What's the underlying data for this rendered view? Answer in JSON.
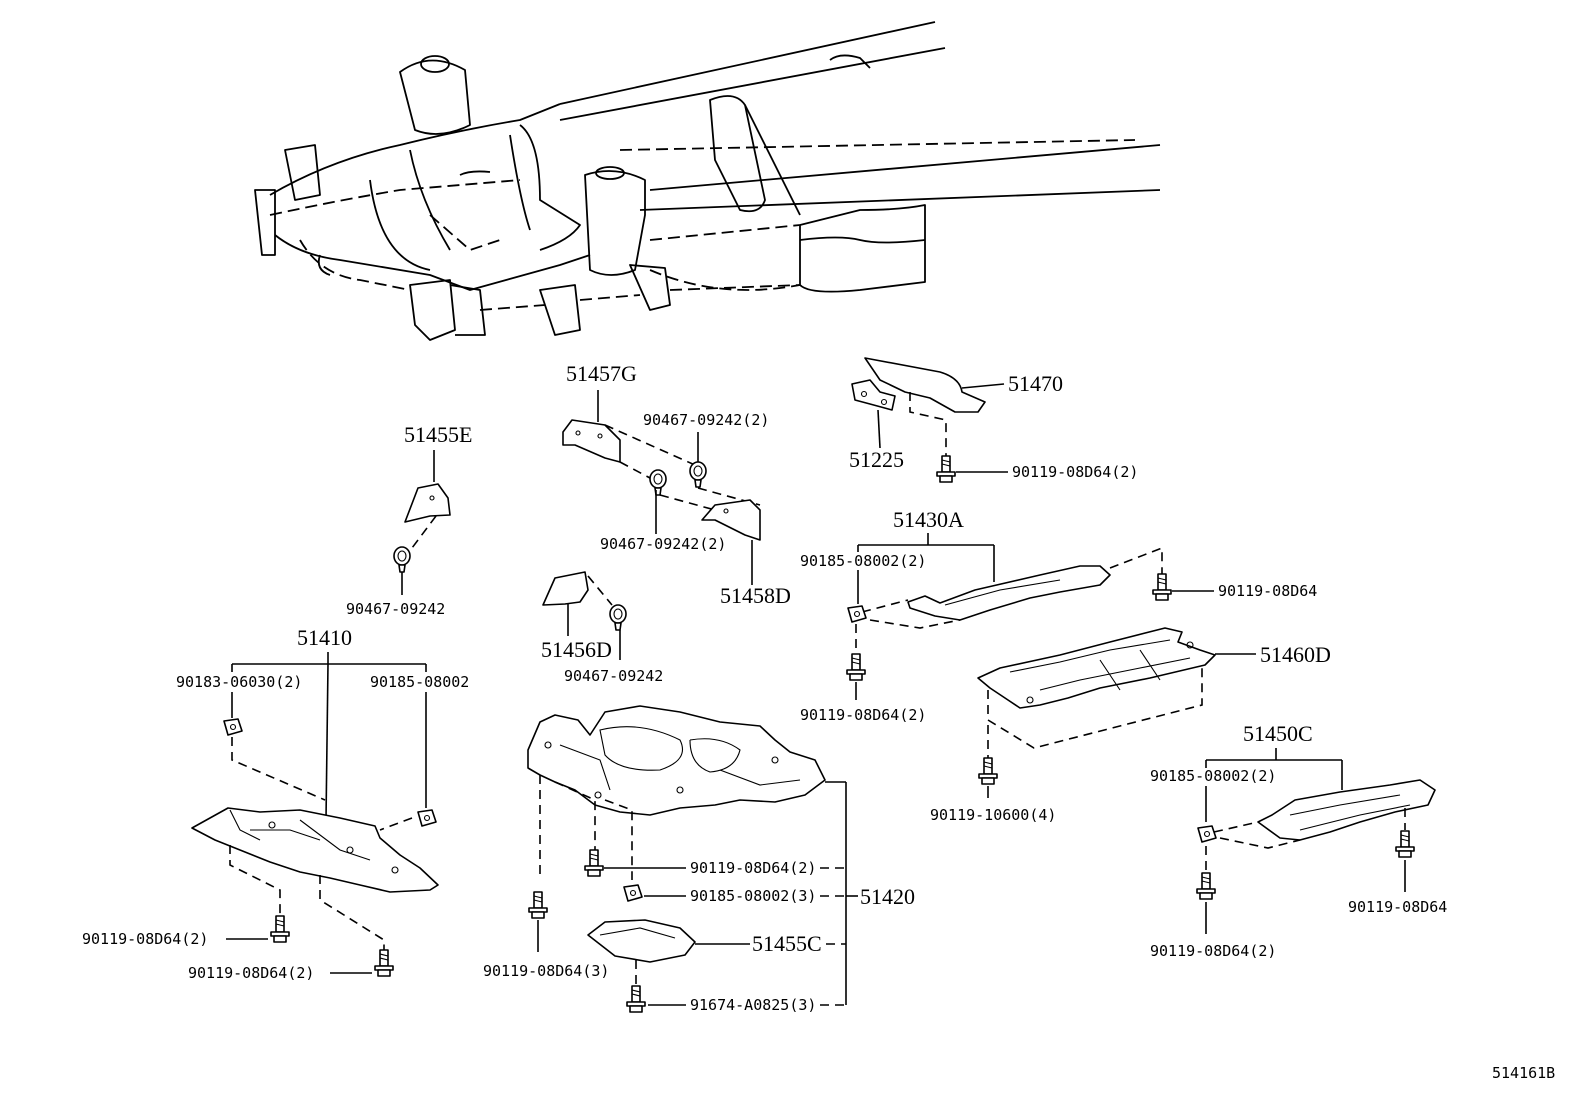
{
  "diagram_id": "514161B",
  "parts": {
    "p51470": "51470",
    "p51225": "51225",
    "p51457G": "51457G",
    "p51455E": "51455E",
    "p51458D": "51458D",
    "p51430A": "51430A",
    "p51456D": "51456D",
    "p51410": "51410",
    "p51460D": "51460D",
    "p51450C": "51450C",
    "p51420": "51420",
    "p51455C": "51455C"
  },
  "fasteners": {
    "f_51470_bolt": "90119-08D64(2)",
    "f_57g_top": "90467-09242(2)",
    "f_57g_bottom": "90467-09242(2)",
    "f_55e_clip": "90467-09242",
    "f_56d_clip": "90467-09242",
    "f_30a_nut": "90185-08002(2)",
    "f_30a_bolt_right": "90119-08D64",
    "f_30a_bolt_bottom": "90119-08D64(2)",
    "f_10_nut_left": "90183-06030(2)",
    "f_10_nut_right": "90185-08002",
    "f_10_bolt_1": "90119-08D64(2)",
    "f_10_bolt_2": "90119-08D64(2)",
    "f_20_bolt_a": "90119-08D64(2)",
    "f_20_nut": "90185-08002(3)",
    "f_20_bolt_b": "90119-08D64(3)",
    "f_20_screw": "91674-A0825(3)",
    "f_60d_bolt": "90119-10600(4)",
    "f_50c_nut": "90185-08002(2)",
    "f_50c_bolt_right": "90119-08D64",
    "f_50c_bolt_bottom": "90119-08D64(2)"
  }
}
